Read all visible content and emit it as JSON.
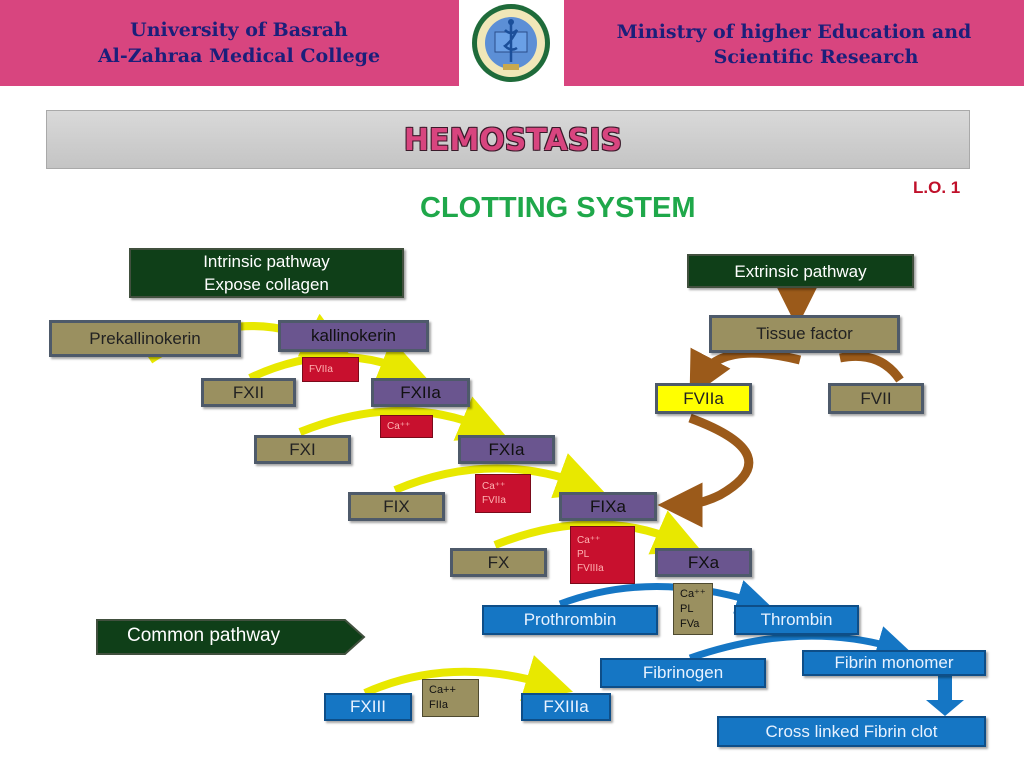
{
  "header": {
    "left_line1": "University of Basrah",
    "left_line2": "Al-Zahraa Medical College",
    "right_line1": "Ministry of higher Education  and",
    "right_line2": "Scientific Research"
  },
  "title": "HEMOSTASIS",
  "subtitle": "CLOTTING SYSTEM",
  "lo_label": "L.O. 1",
  "diagram": {
    "intrinsic_line1": "Intrinsic pathway",
    "intrinsic_line2": "Expose collagen",
    "extrinsic": "Extrinsic pathway",
    "common": "Common pathway",
    "prekallikrein": "Prekallinokerin",
    "kallikrein": "kallinokerin",
    "fxii": "FXII",
    "fxiia": "FXIIa",
    "fxi": "FXI",
    "fxia": "FXIa",
    "fix": "FIX",
    "fixa": "FIXa",
    "fx": "FX",
    "fxa": "FXa",
    "tissue_factor": "Tissue factor",
    "fviia": "FVIIa",
    "fvii": "FVII",
    "prothrombin": "Prothrombin",
    "thrombin": "Thrombin",
    "fibrinogen": "Fibrinogen",
    "fibrin_monomer": "Fibrin monomer",
    "fxiii": "FXIII",
    "fxiiia": "FXIIIa",
    "clot": "Cross linked Fibrin clot",
    "cof_fviia": "FVIIa",
    "cof_ca": "Ca⁺⁺",
    "cof_fxia_1": "Ca⁺⁺",
    "cof_fxia_2": "FVIIa",
    "cof_fixa_1": "Ca⁺⁺",
    "cof_fixa_2": "PL",
    "cof_fixa_3": "FVIIIa",
    "cof_fxa_1": "Ca⁺⁺",
    "cof_fxa_2": "PL",
    "cof_fxa_3": "FVa",
    "cof_fxiii_1": "Ca++",
    "cof_fxiii_2": "FIIa"
  },
  "colors": {
    "header_pink": "#d8457f",
    "header_text": "#1b1f7a",
    "subtitle_green": "#1fa84a",
    "lo_red": "#c0102a",
    "arrow_yellow": "#e8e800",
    "arrow_brown": "#9b5a1a",
    "arrow_blue": "#1576c4"
  },
  "icons": {
    "logo": "university-seal-icon"
  }
}
